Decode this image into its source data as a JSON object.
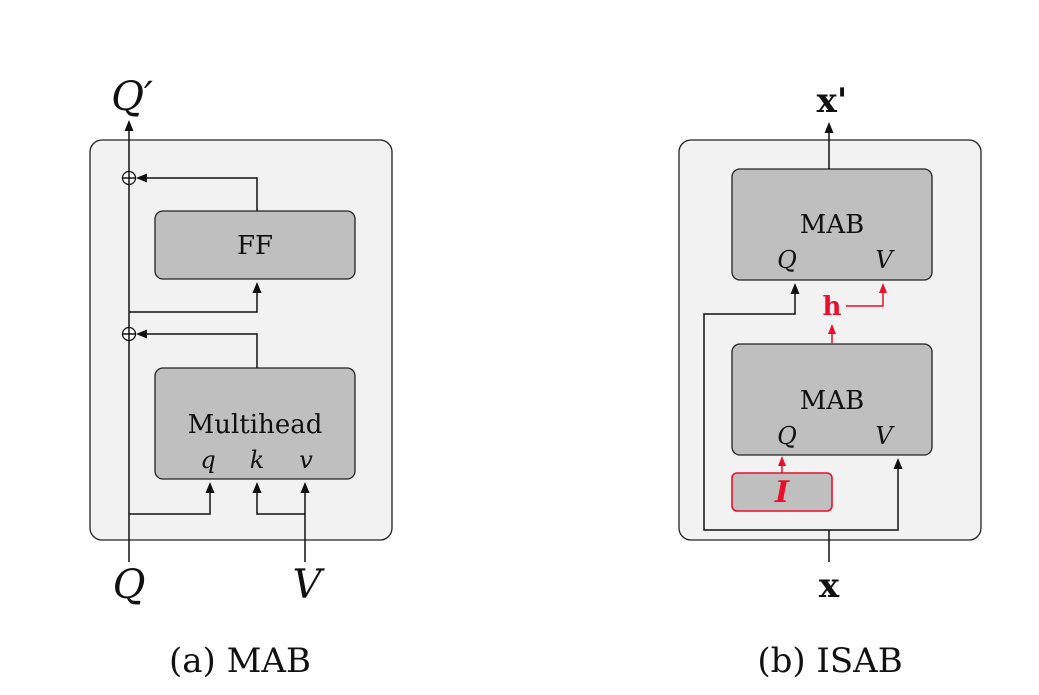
{
  "mab": {
    "caption": "(a) MAB",
    "output_label": "Q′",
    "input_q_label": "Q",
    "input_v_label": "V",
    "ff_label": "FF",
    "multihead_label": "Multihead",
    "port_q": "q",
    "port_k": "k",
    "port_v": "v"
  },
  "isab": {
    "caption": "(b) ISAB",
    "output_label": "x'",
    "input_label": "x",
    "upper_mab_label": "MAB",
    "upper_port_q": "Q",
    "upper_port_v": "V",
    "lower_mab_label": "MAB",
    "lower_port_q": "Q",
    "lower_port_v": "V",
    "hidden_label": "h",
    "inducing_label": "I"
  },
  "colors": {
    "highlight": "#e8102a",
    "block_fill": "#bfbfbf",
    "panel_fill": "#f2f2f2"
  }
}
